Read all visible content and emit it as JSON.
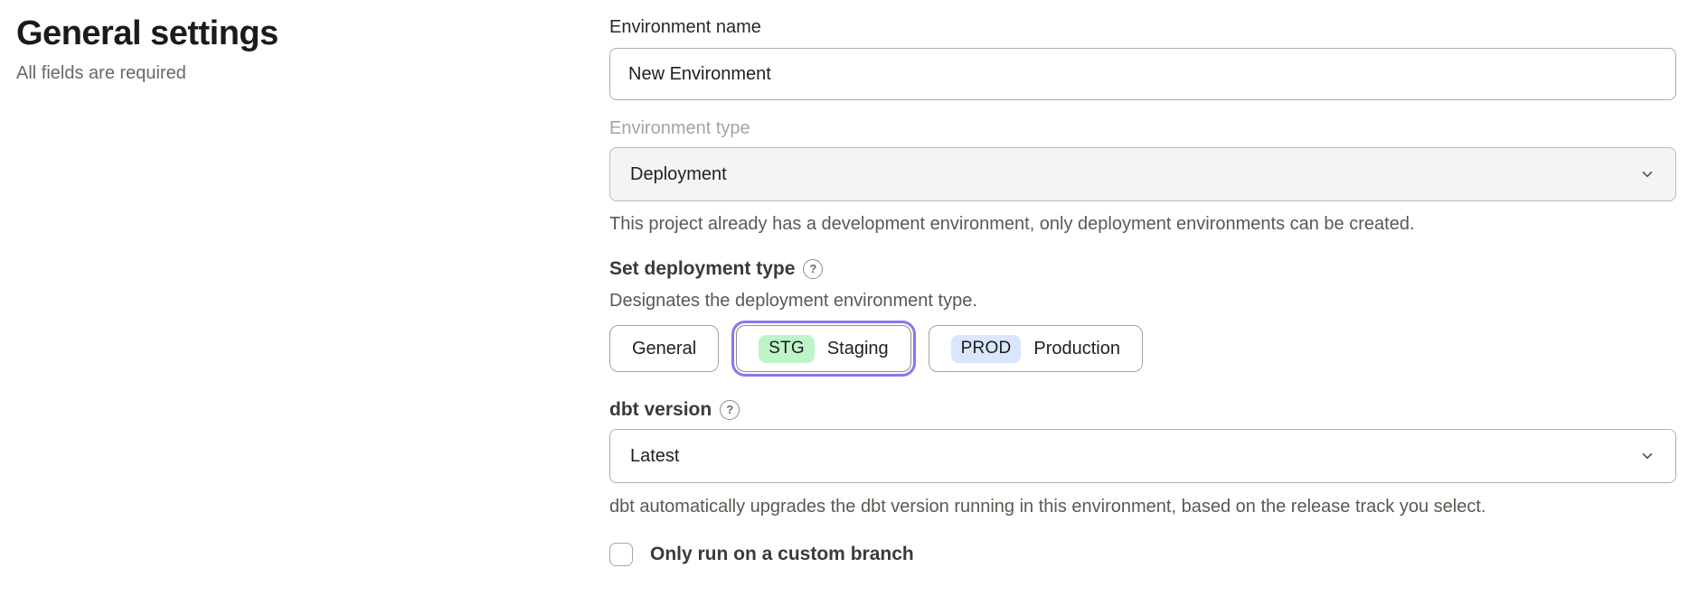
{
  "page": {
    "title": "General settings",
    "subtitle": "All fields are required"
  },
  "form": {
    "environment_name": {
      "label": "Environment name",
      "value": "New Environment"
    },
    "environment_type": {
      "label": "Environment type",
      "value": "Deployment",
      "disabled": true,
      "helper": "This project already has a development environment, only deployment environments can be created."
    },
    "deployment_type": {
      "label": "Set deployment type",
      "helper": "Designates the deployment environment type.",
      "options": [
        {
          "label": "General",
          "badge": "",
          "selected": false
        },
        {
          "label": "Staging",
          "badge": "STG",
          "selected": true
        },
        {
          "label": "Production",
          "badge": "PROD",
          "selected": false
        }
      ]
    },
    "dbt_version": {
      "label": "dbt version",
      "value": "Latest",
      "helper": "dbt automatically upgrades the dbt version running in this environment, based on the release track you select."
    },
    "custom_branch": {
      "label": "Only run on a custom branch",
      "checked": false
    }
  },
  "icons": {
    "help_glyph": "?"
  },
  "colors": {
    "accent_purple": "#8678f2",
    "badge_staging_green": "#bdf5c9",
    "badge_production_blue": "#d9e6fd",
    "selected_ring": "#8678f2"
  }
}
